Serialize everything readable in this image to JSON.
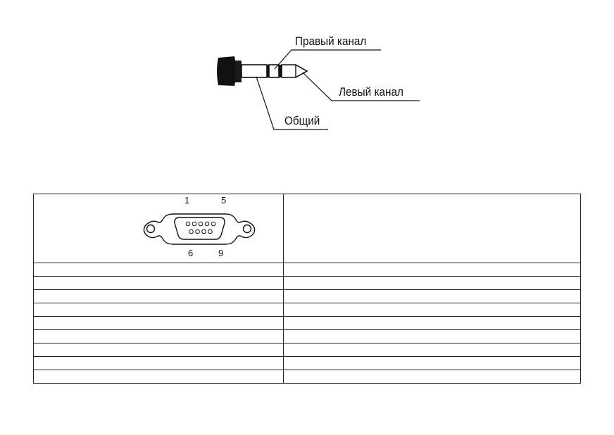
{
  "jack_figure": {
    "labels": {
      "right_channel": "Правый канал",
      "left_channel": "Левый канал",
      "common": "Общий"
    }
  },
  "db9_connector": {
    "pin_labels": {
      "top_left": "1",
      "top_right": "5",
      "bottom_left": "6",
      "bottom_right": "9"
    }
  },
  "pin_table": {
    "rows": [
      [
        "",
        ""
      ],
      [
        "",
        ""
      ],
      [
        "",
        ""
      ],
      [
        "",
        ""
      ],
      [
        "",
        ""
      ],
      [
        "",
        ""
      ],
      [
        "",
        ""
      ],
      [
        "",
        ""
      ],
      [
        "",
        ""
      ]
    ]
  }
}
